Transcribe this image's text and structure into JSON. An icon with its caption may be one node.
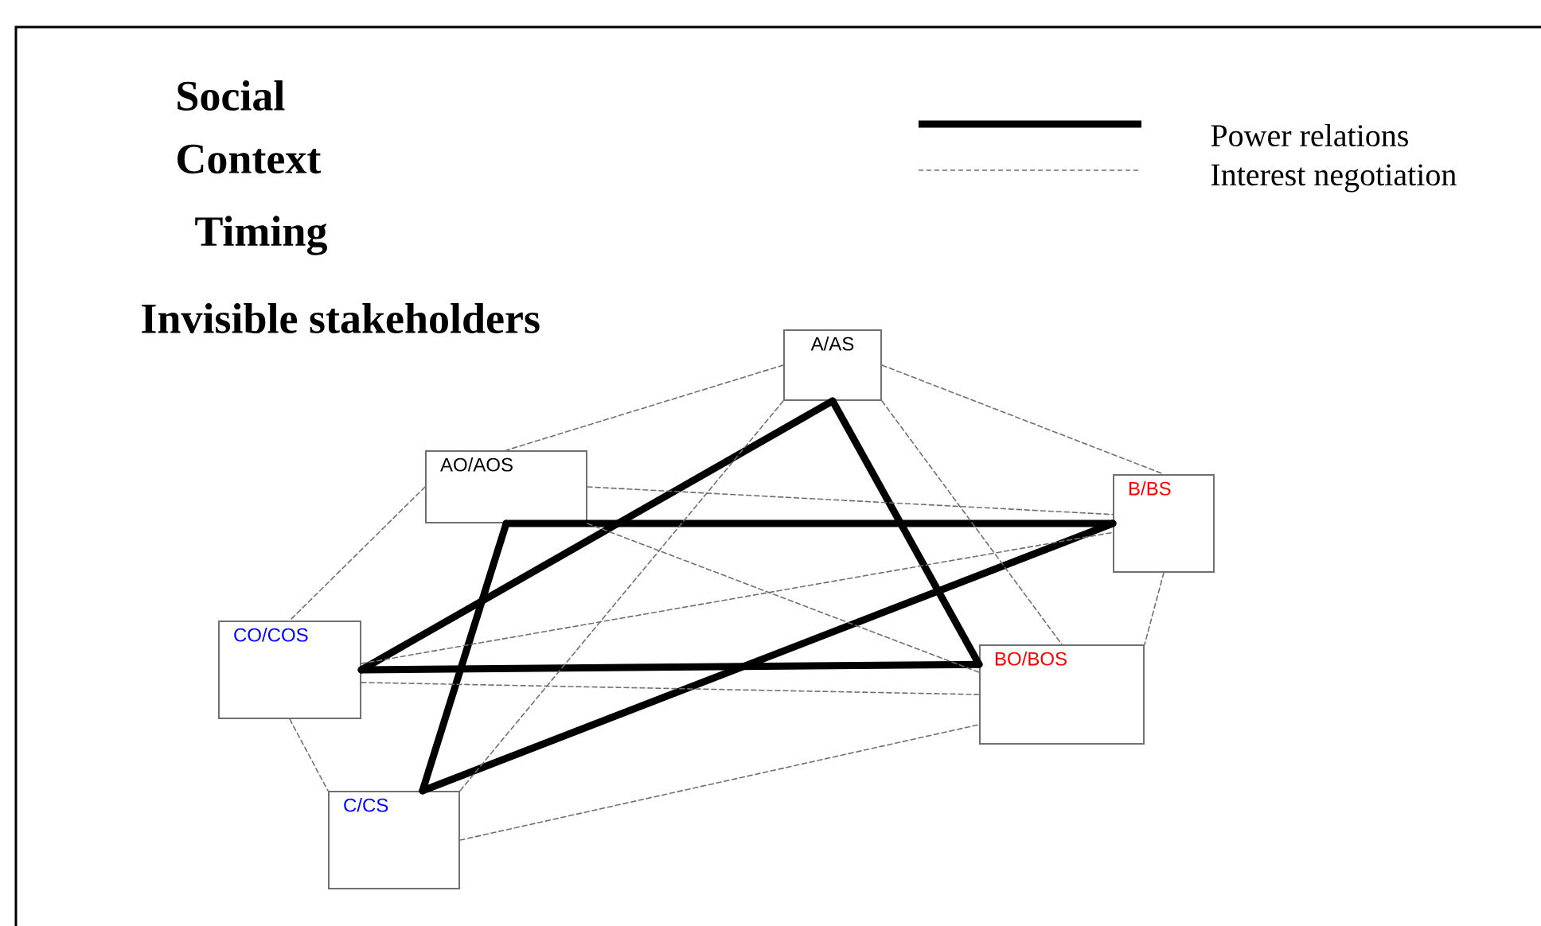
{
  "diagram": {
    "nodes": [
      {
        "text": [
          "A/AS"
        ]
      },
      {
        "text": [
          "AO/AOS"
        ]
      },
      {
        "text": [
          "B/BS"
        ]
      },
      {
        "text": [
          "CO/COS"
        ]
      },
      {
        "text": [
          "BO/BOS"
        ]
      },
      {
        "text": [
          "C/CS"
        ]
      }
    ],
    "edges": [
      {
        "from": 0,
        "to": 3,
        "arrow": "none",
        "style": "thick",
        "color": "#000000"
      },
      {
        "from": 0,
        "to": 4,
        "arrow": "none",
        "style": "thick",
        "color": "#000000"
      },
      {
        "from": 1,
        "to": 2,
        "arrow": "none",
        "style": "thick",
        "color": "#000000"
      },
      {
        "from": 1,
        "to": 5,
        "arrow": "none",
        "style": "thick",
        "color": "#000000"
      },
      {
        "from": 3,
        "to": 4,
        "arrow": "none",
        "style": "thick",
        "color": "#000000"
      },
      {
        "from": 5,
        "to": 2,
        "arrow": "none",
        "style": "thick",
        "color": "#000000"
      },
      {
        "from": 0,
        "to": 1,
        "arrow": "none",
        "style": "dashed"
      },
      {
        "from": 0,
        "to": 2,
        "arrow": "none",
        "style": "dashed"
      },
      {
        "from": 0,
        "to": 4,
        "arrow": "none",
        "style": "dashed"
      },
      {
        "from": 0,
        "to": 5,
        "arrow": "none",
        "style": "dashed"
      },
      {
        "from": 1,
        "to": 3,
        "arrow": "none",
        "style": "dashed"
      },
      {
        "from": 1,
        "to": 2,
        "arrow": "none",
        "style": "dashed"
      },
      {
        "from": 1,
        "to": 4,
        "arrow": "none",
        "style": "dashed"
      },
      {
        "from": 3,
        "to": 2,
        "arrow": "none",
        "style": "dashed"
      },
      {
        "from": 3,
        "to": 4,
        "arrow": "none",
        "style": "dashed"
      },
      {
        "from": 3,
        "to": 5,
        "arrow": "none",
        "style": "dashed"
      },
      {
        "from": 5,
        "to": 4,
        "arrow": "none",
        "style": "dashed"
      },
      {
        "from": 2,
        "to": 4,
        "arrow": "none",
        "style": "dashed"
      }
    ],
    "labels": [
      "Social",
      "Context",
      "Timing",
      "Invisible stakeholders"
    ],
    "legend": [
      {
        "text": "Power relations"
      },
      {
        "text": "Interest negotiation"
      }
    ]
  }
}
